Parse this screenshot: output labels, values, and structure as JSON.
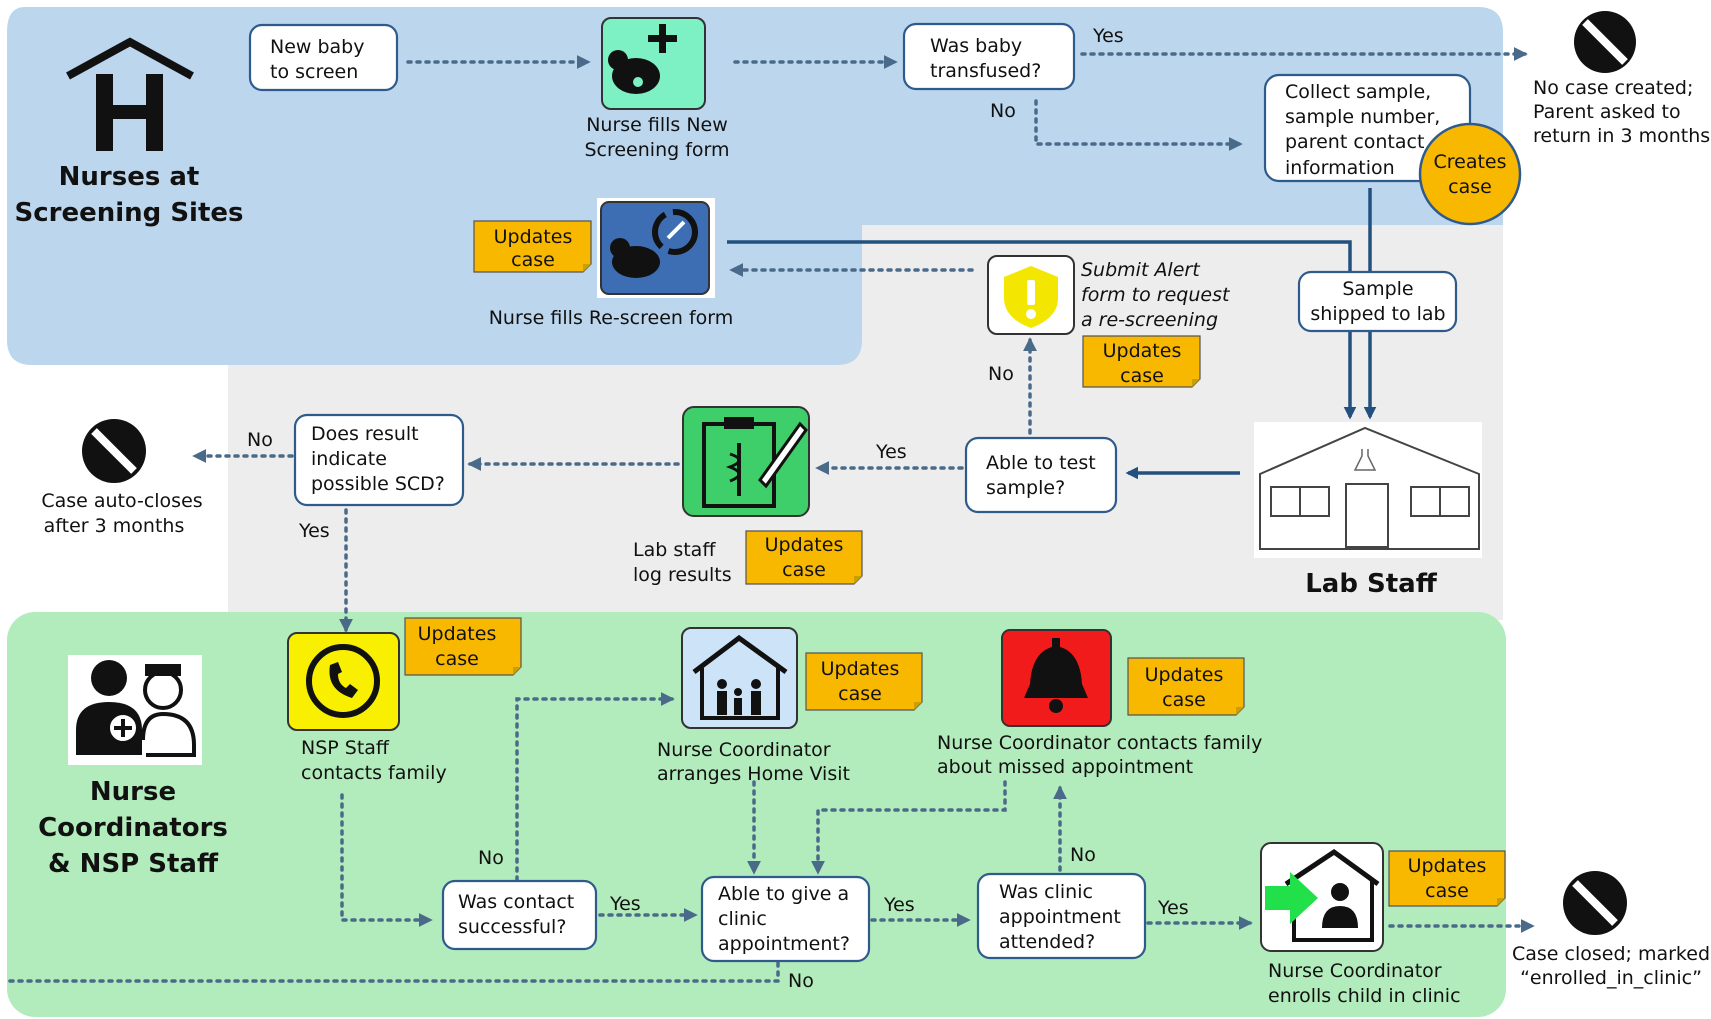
{
  "colors": {
    "nurses_lane": "#bcd6ee",
    "lab_lane": "#ededed",
    "coordinators_lane": "#b3ecbc",
    "updates_note": "#f9b800",
    "creates_case": "#f9b800",
    "box_border": "#2f5a8c",
    "no_icon": "#111111"
  },
  "lanes": {
    "nurses": [
      "Nurses at",
      "Screening Sites"
    ],
    "lab": "Lab Staff",
    "coordinators": [
      "Nurse",
      "Coordinators",
      "& NSP Staff"
    ]
  },
  "nodes": {
    "new_baby": [
      "New baby",
      "to screen"
    ],
    "nurse_fills_new": [
      "Nurse fills New",
      "Screening form"
    ],
    "was_transfused": [
      "Was baby",
      "transfused?"
    ],
    "no_case_created": [
      "No case created;",
      "Parent asked to",
      "return in 3 months"
    ],
    "collect_sample": [
      "Collect sample,",
      "sample number,",
      "parent contact",
      "information"
    ],
    "creates_case": [
      "Creates",
      "case"
    ],
    "sample_shipped": [
      "Sample",
      "shipped to lab"
    ],
    "nurse_fills_rescreen": "Nurse fills Re-screen form",
    "submit_alert": [
      "Submit Alert",
      "form to request",
      "a re-screening"
    ],
    "able_to_test": [
      "Able to test",
      "sample?"
    ],
    "lab_log_results": [
      "Lab staff",
      "log results"
    ],
    "does_result": [
      "Does result",
      "indicate",
      "possible SCD?"
    ],
    "case_auto_closes": [
      "Case auto-closes",
      "after 3 months"
    ],
    "nsp_contacts": [
      "NSP Staff",
      "contacts family"
    ],
    "home_visit": [
      "Nurse Coordinator",
      "arranges Home Visit"
    ],
    "missed_appt": [
      "Nurse Coordinator contacts family",
      "about missed appointment"
    ],
    "contact_successful": [
      "Was contact",
      "successful?"
    ],
    "clinic_appt": [
      "Able to give a",
      "clinic",
      "appointment?"
    ],
    "appt_attended": [
      "Was clinic",
      "appointment",
      "attended?"
    ],
    "enrolls": [
      "Nurse Coordinator",
      "enrolls child in clinic"
    ],
    "case_closed": [
      "Case closed; marked",
      "“enrolled_in_clinic”"
    ]
  },
  "notes": {
    "updates_case": [
      "Updates",
      "case"
    ]
  },
  "edges": {
    "yes": "Yes",
    "no": "No"
  },
  "icons": {
    "house_h": "hospital-h-icon",
    "baby_plus": "baby-plus-icon",
    "baby_refresh": "baby-rescreen-icon",
    "alert_shield": "alert-shield-icon",
    "clipboard": "clipboard-icon",
    "lab_building": "lab-building-icon",
    "phone": "phone-icon",
    "family_house": "family-house-icon",
    "bell": "bell-icon",
    "clinic_enter": "clinic-enroll-icon",
    "nurses": "nurses-icon",
    "no_entry": "no-entry-icon"
  }
}
